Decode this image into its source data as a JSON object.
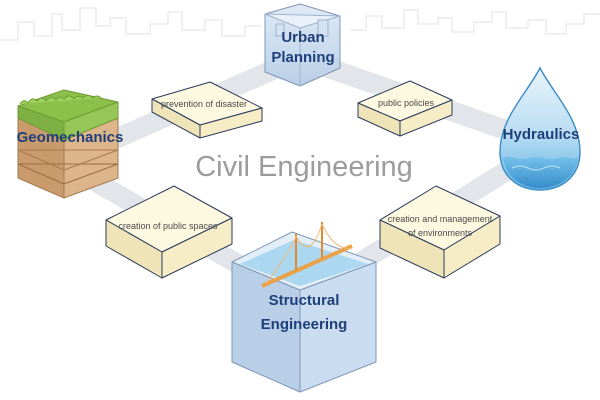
{
  "diagram": {
    "title": "Civil Engineering",
    "nodes": {
      "urban_planning": {
        "line1": "Urban",
        "line2": "Planning"
      },
      "geomechanics": {
        "label": "Geomechanics"
      },
      "hydraulics": {
        "label": "Hydraulics"
      },
      "structural_engineering": {
        "line1": "Structural",
        "line2": "Engineering"
      }
    },
    "relations": {
      "prevention_of_disaster": "prevention of disaster",
      "public_policies": "public policies",
      "creation_of_public_spaces": "creation of public spaces",
      "creation_and_management_of_environments": {
        "line1": "creation and management",
        "line2": "of environments"
      }
    }
  },
  "colors": {
    "path": "#e2e5ea",
    "node_label": "#1f3f7a",
    "box_fill": "#fbf4d2",
    "box_stroke": "#2a3b5c",
    "cube_fill": "#c9dcef",
    "water": "#4aa3d8",
    "soil_top": "#8cc04b",
    "soil_brown": "#c89a6c",
    "bridge": "#e8a34a",
    "skyline": "#e7eaef"
  }
}
